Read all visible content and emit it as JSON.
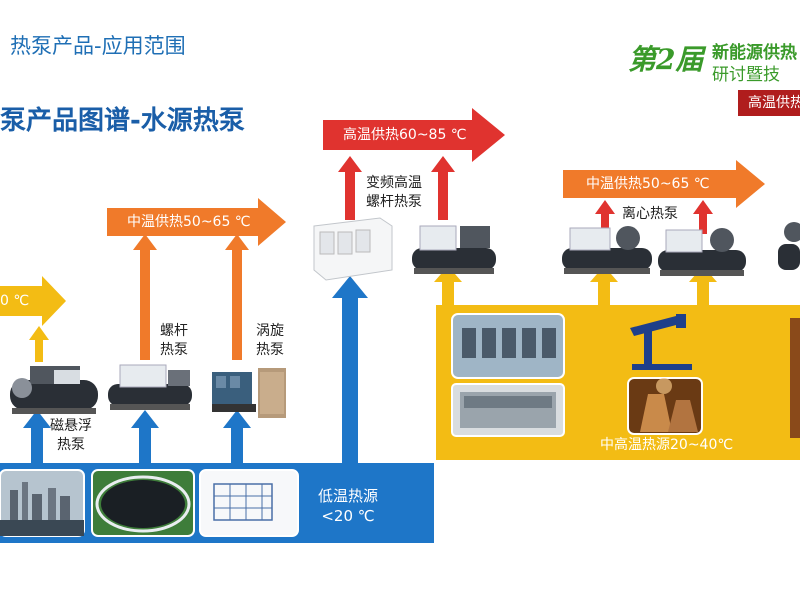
{
  "header": {
    "title": "热泵产品-应用范围"
  },
  "main_title": "泵产品图谱-水源热泵",
  "logo": {
    "number": "第2届",
    "line1": "新能源供热",
    "line2": "研讨暨技"
  },
  "corner_tag": "高温供热",
  "arrows": {
    "left_partial": "0 ℃",
    "mid_temp_left": "中温供热50~65 ℃",
    "high_temp": "高温供热60~85 ℃",
    "mid_temp_right": "中温供热50~65 ℃"
  },
  "products": {
    "maglev": [
      "磁悬浮",
      "热泵"
    ],
    "screw": [
      "螺杆",
      "热泵"
    ],
    "scroll": [
      "涡旋",
      "热泵"
    ],
    "vfd_high_temp": [
      "变频高温",
      "螺杆热泵"
    ],
    "centrifugal": "离心热泵"
  },
  "sources": {
    "low_temp": [
      "低温热源",
      "<20 ℃"
    ],
    "mid_high_temp": "中高温热源20~40℃"
  },
  "colors": {
    "blue_band": "#1e76c8",
    "yellow_band": "#f3bc14",
    "orange_arrow": "#f07a2a",
    "red_arrow": "#e0332f",
    "title_blue": "#1a5ea8",
    "logo_green": "#3a9a2a",
    "up_arrow_blue": "#1e76c8",
    "up_arrow_yellow": "#f3bc14"
  }
}
